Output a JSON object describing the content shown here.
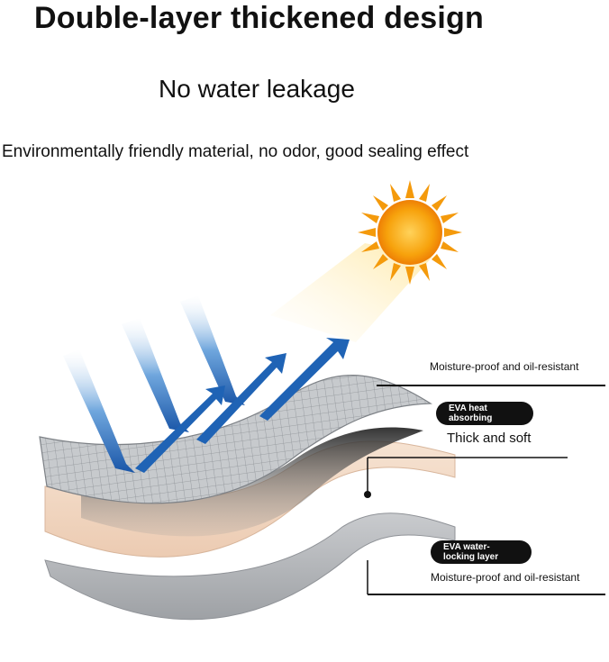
{
  "header": {
    "title": "Double-layer thickened design",
    "subtitle": "No water leakage",
    "tagline": "Environmentally friendly material, no odor, good sealing effect"
  },
  "layers": {
    "top_label": "Moisture-proof and oil-resistant",
    "eva_heat_line1": "EVA heat",
    "eva_heat_line2": "absorbing",
    "middle_label": "Thick and soft",
    "eva_water_line1": "EVA water-",
    "eva_water_line2": "locking layer",
    "bottom_label": "Moisture-proof and oil-resistant"
  },
  "colors": {
    "sun": "#f7a20c",
    "foil": "#b9bcc0",
    "foam": "#f3dcc8",
    "arrow": "#1f63b5",
    "pill": "#111111"
  }
}
